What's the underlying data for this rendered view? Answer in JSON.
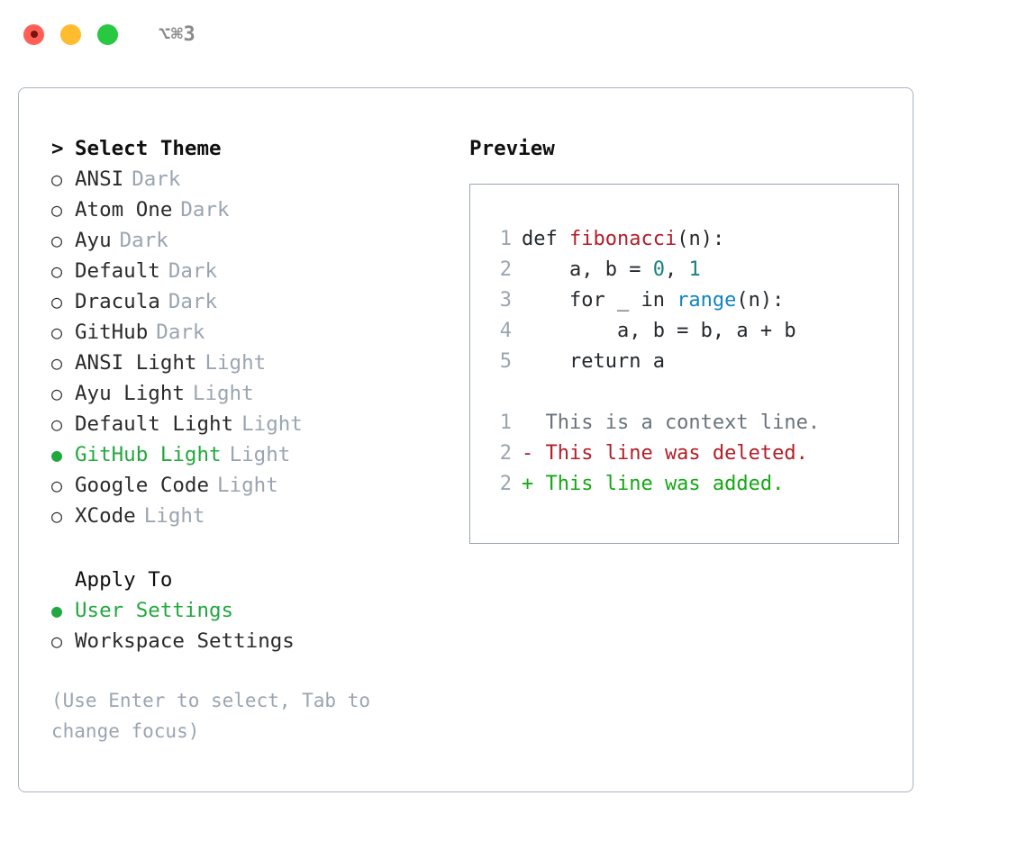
{
  "titlebar": {
    "shortcut": "⌥⌘3",
    "lights": [
      "close-button",
      "minimize-button",
      "maximize-button"
    ]
  },
  "theme_section": {
    "marker": ">",
    "heading": "Select Theme",
    "focused": true,
    "bullet_selected": "●",
    "bullet_unselected": "○",
    "options": [
      {
        "label": "ANSI",
        "suffix": "Dark",
        "selected": false
      },
      {
        "label": "Atom One",
        "suffix": "Dark",
        "selected": false
      },
      {
        "label": "Ayu",
        "suffix": "Dark",
        "selected": false
      },
      {
        "label": "Default",
        "suffix": "Dark",
        "selected": false
      },
      {
        "label": "Dracula",
        "suffix": "Dark",
        "selected": false
      },
      {
        "label": "GitHub",
        "suffix": "Dark",
        "selected": false
      },
      {
        "label": "ANSI Light",
        "suffix": "Light",
        "selected": false
      },
      {
        "label": "Ayu Light",
        "suffix": "Light",
        "selected": false
      },
      {
        "label": "Default Light",
        "suffix": "Light",
        "selected": false
      },
      {
        "label": "GitHub Light",
        "suffix": "Light",
        "selected": true
      },
      {
        "label": "Google Code",
        "suffix": "Light",
        "selected": false
      },
      {
        "label": "XCode",
        "suffix": "Light",
        "selected": false
      }
    ]
  },
  "apply_section": {
    "marker": " ",
    "heading": "Apply To",
    "focused": false,
    "options": [
      {
        "label": "User Settings",
        "suffix": "",
        "selected": true
      },
      {
        "label": "Workspace Settings",
        "suffix": "",
        "selected": false
      }
    ]
  },
  "hint": "(Use Enter to select, Tab to change focus)",
  "preview": {
    "title": "Preview",
    "code_lines": [
      {
        "no": "1",
        "segments": [
          {
            "text": "def ",
            "tok": "tok-plain"
          },
          {
            "text": "fibonacci",
            "tok": "tok-fn"
          },
          {
            "text": "(n):",
            "tok": "tok-plain"
          }
        ]
      },
      {
        "no": "2",
        "segments": [
          {
            "text": "    a, b = ",
            "tok": "tok-plain"
          },
          {
            "text": "0",
            "tok": "tok-num"
          },
          {
            "text": ", ",
            "tok": "tok-plain"
          },
          {
            "text": "1",
            "tok": "tok-num"
          }
        ]
      },
      {
        "no": "3",
        "segments": [
          {
            "text": "    for _ in ",
            "tok": "tok-plain"
          },
          {
            "text": "range",
            "tok": "tok-call"
          },
          {
            "text": "(n):",
            "tok": "tok-plain"
          }
        ]
      },
      {
        "no": "4",
        "segments": [
          {
            "text": "        a, b = b, a + b",
            "tok": "tok-plain"
          }
        ]
      },
      {
        "no": "5",
        "segments": [
          {
            "text": "    return a",
            "tok": "tok-plain"
          }
        ]
      }
    ],
    "diff_lines": [
      {
        "no": "1",
        "text": "  This is a context line.",
        "kind": "diff-context"
      },
      {
        "no": "2",
        "text": "- This line was deleted.",
        "kind": "diff-del"
      },
      {
        "no": "2",
        "text": "+ This line was added.",
        "kind": "diff-add"
      }
    ]
  },
  "colors": {
    "accent_green": "#22a83e",
    "muted": "#9aa5b1",
    "border": "#aab4c0",
    "diff_add": "#14a814",
    "diff_del": "#b31d28",
    "token_function": "#b31d28",
    "token_number": "#1a7f7f",
    "token_call": "#1184c4"
  }
}
